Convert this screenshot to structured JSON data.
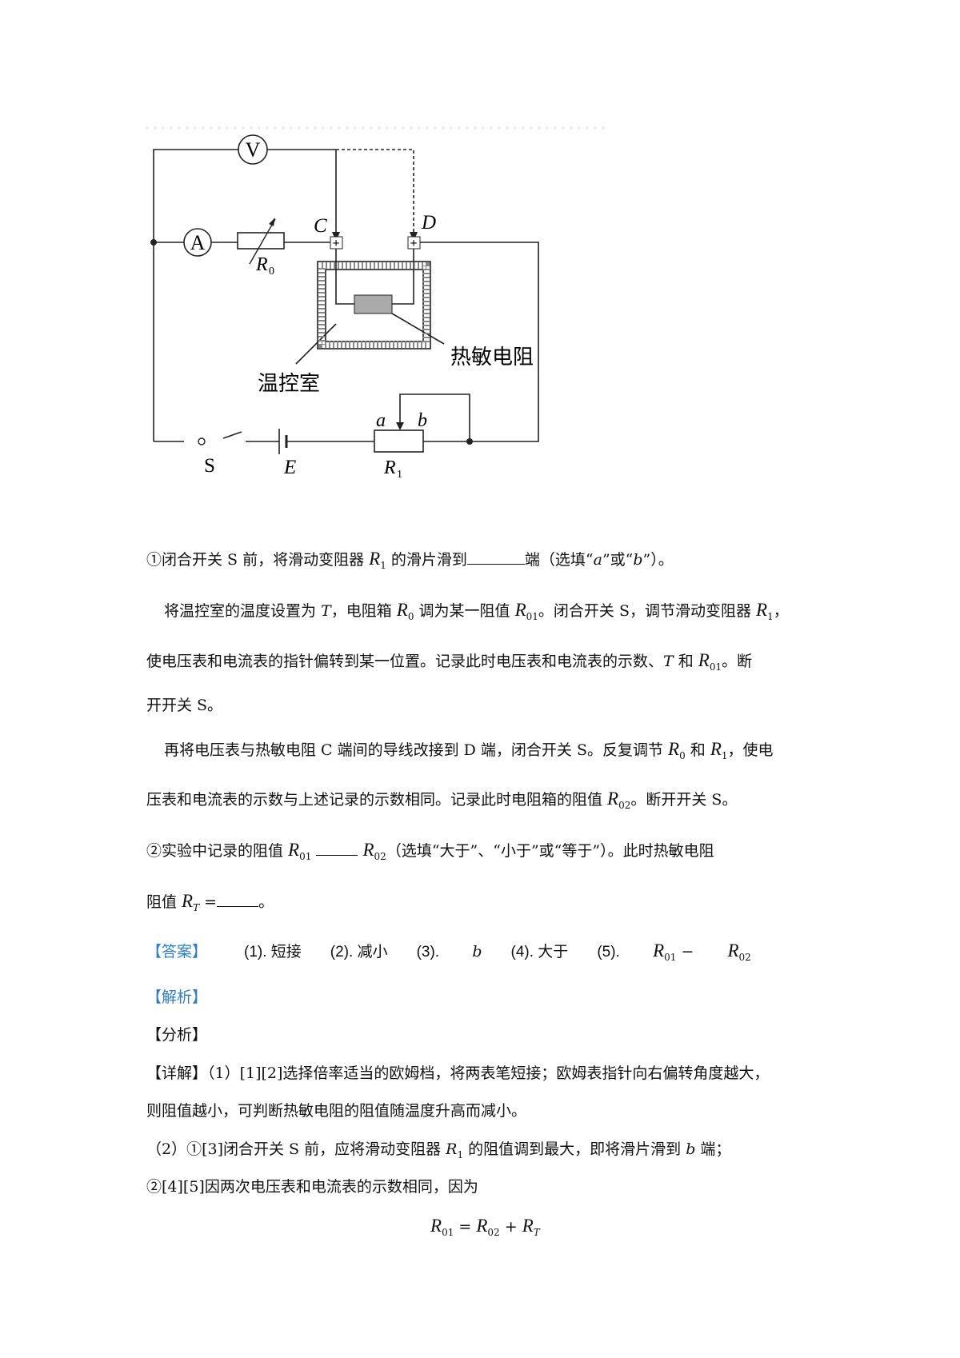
{
  "diagram": {
    "V": "V",
    "A": "A",
    "R0": "R",
    "R0_sub": "0",
    "C": "C",
    "D": "D",
    "thermistor": "热敏电阻",
    "chamber": "温控室",
    "a": "a",
    "b": "b",
    "R1": "R",
    "R1_sub": "1",
    "S": "S",
    "E": "E"
  },
  "q1": {
    "text1": "①闭合开关 S 前，将滑动变阻器 ",
    "R": "R",
    "sub": "1",
    "text2": " 的滑片滑到",
    "text3": "端（选填“",
    "a": "a",
    "text4": "”或“",
    "b": "b",
    "text5": "”）。"
  },
  "p1": {
    "t1": "将温控室的温度设置为 ",
    "T": "T",
    "t2": "，电阻箱 ",
    "R0": "R",
    "R0s": "0",
    "t3": " 调为某一阻值 ",
    "R01": "R",
    "R01s": "01",
    "t4": "。闭合开关 S，调节滑动变阻器 ",
    "R1": "R",
    "R1s": "1",
    "t5": "，"
  },
  "p2": {
    "t1": "使电压表和电流表的指针偏转到某一位置。记录此时电压表和电流表的示数、",
    "T": "T",
    "t2": " 和 ",
    "R01": "R",
    "R01s": "01",
    "t3": "。断"
  },
  "p3": "开开关 S。",
  "p4": {
    "t1": "再将电压表与热敏电阻 C 端间的导线改接到 D 端，闭合开关 S。反复调节 ",
    "R0": "R",
    "R0s": "0",
    "t2": " 和 ",
    "R1": "R",
    "R1s": "1",
    "t3": "，使电"
  },
  "p5": {
    "t1": "压表和电流表的示数与上述记录的示数相同。记录此时电阻箱的阻值 ",
    "R02": "R",
    "R02s": "02",
    "t2": "。断开开关 S。"
  },
  "q2": {
    "t1": "②实验中记录的阻值 ",
    "R01": "R",
    "R01s": "01",
    "R02": "R",
    "R02s": "02",
    "t2": "（选填“大于”、“小于”或“等于”）。此时热敏电阻"
  },
  "q2b": {
    "t1": "阻值 ",
    "RT": "R",
    "RTs": "T",
    "t2": " =",
    "t3": "。"
  },
  "answer": {
    "label": "【答案】",
    "items": [
      "(1).  短接",
      "(2).  减小",
      "(3). ",
      "(4).  大于",
      "(5).  "
    ],
    "b": "b",
    "f_R1": "R",
    "f_s1": "01",
    "minus": " − ",
    "f_R2": "R",
    "f_s2": "02"
  },
  "analysis_label": "【解析】",
  "fenxi": "【分析】",
  "detail": {
    "l1": "【详解】（1）[1][2]选择倍率适当的欧姆档，将两表笔短接；欧姆表指针向右偏转角度越大，",
    "l2": "则阻值越小，可判断热敏电阻的阻值随温度升高而减小。",
    "l3a": "（2）①[3]闭合开关 S 前，应将滑动变阻器 ",
    "l3R": "R",
    "l3s": "1",
    "l3b": " 的阻值调到最大，即将滑片滑到 ",
    "l3bv": "b",
    "l3c": " 端；",
    "l4": "②[4][5]因两次电压表和电流表的示数相同，因为"
  },
  "formula": {
    "R1": "R",
    "s1": "01",
    "eq": " = ",
    "R2": "R",
    "s2": "02",
    "plus": " + ",
    "R3": "R",
    "s3": "T"
  }
}
